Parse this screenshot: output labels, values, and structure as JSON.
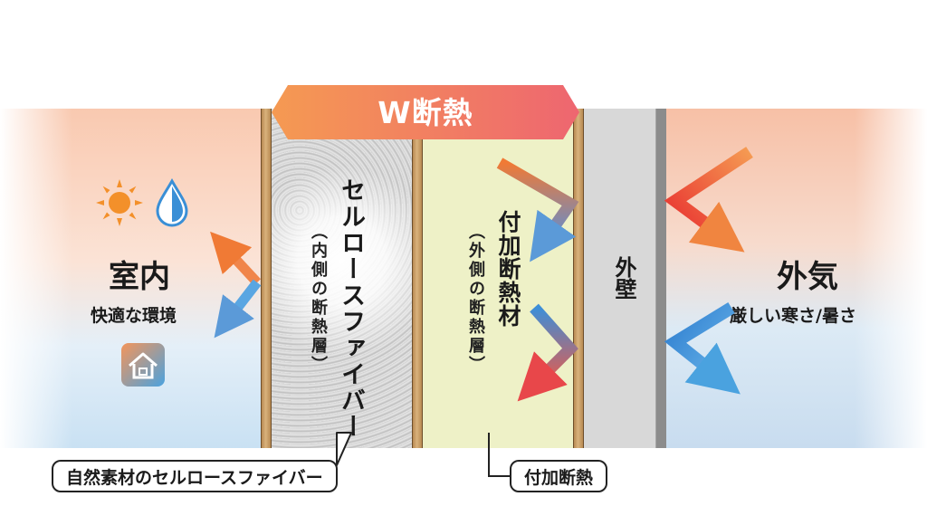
{
  "banner": {
    "title": "W断熱"
  },
  "indoor": {
    "title": "室内",
    "subtitle": "快適な環境"
  },
  "outdoor": {
    "title": "外気",
    "subtitle": "厳しい寒さ/暑さ"
  },
  "layers": {
    "cellulose": {
      "title": "セルロースファイバー",
      "subtitle": "（内側の断熱層）"
    },
    "additional": {
      "title": "付加断熱材",
      "subtitle": "（外側の断熱層）"
    },
    "wall": {
      "title": "外壁"
    }
  },
  "callouts": {
    "cellulose": "自然素材のセルロースファイバー",
    "additional": "付加断熱"
  },
  "icons": [
    "sun-icon",
    "water-drop-icon",
    "house-icon"
  ],
  "colors": {
    "warm": "#f26a3a",
    "cool": "#4aa2df",
    "banner_left": "#f59a52",
    "banner_right": "#ef6a6a"
  }
}
